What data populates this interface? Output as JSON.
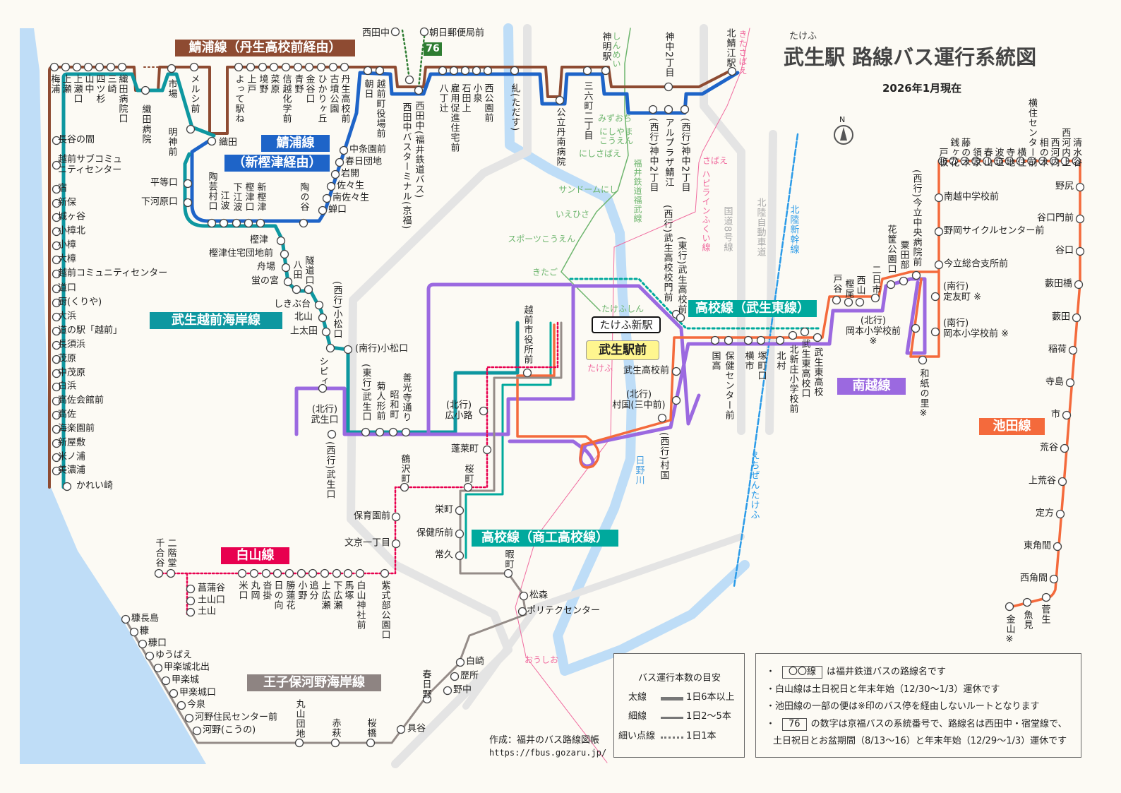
{
  "title": {
    "ruby": "たけふ",
    "main": "武生駅 路線バス運行系統図",
    "date": "2026年1月現在"
  },
  "compass": "N",
  "colors": {
    "sabae_nyu": "#8E4B32",
    "sabae_kashizu": "#1E64C8",
    "coastal": "#0E97A0",
    "koko_east": "#00A99D",
    "nanetsu": "#9B69E0",
    "ikeda": "#F46A3C",
    "shirayama": "#E8004F",
    "koko_shoko": "#00A99D",
    "oji": "#958C88",
    "keifuku": "#2E7D32",
    "fukubu": "#6DB56D",
    "hapiline": "#F06A9E",
    "shinkansen": "#2B9BE8",
    "sea": "#BFDDF7",
    "hub_yellow": "#FFF68F"
  },
  "routes": {
    "sabae_nyu": "鯖浦線（丹生高校前経由）",
    "sabae_kashizu_1": "鯖浦線",
    "sabae_kashizu_2": "（新樫津経由）",
    "coastal": "武生越前海岸線",
    "koko_east": "高校線（武生東線）",
    "nanetsu": "南越線",
    "ikeda": "池田線",
    "shirayama": "白山線",
    "koko_shoko": "高校線（商工高校線）",
    "oji": "王子保河野海岸線",
    "keifuku_no": "76"
  },
  "hubs": {
    "shin": "たけふ新駅",
    "ekimae": "武生駅前"
  },
  "stops": {
    "sabae_west": [
      "梅浦",
      "上瀬",
      "上瀬口",
      "山中",
      "四ツ杉",
      "三崎",
      "織田病院口",
      "織田病院",
      "市場",
      "メルシ前",
      "明神前",
      "織田"
    ],
    "sabae_north": [
      "よって駅ね",
      "上戸",
      "境野",
      "菜原",
      "信越化学前",
      "青野",
      "金谷口",
      "ひかりヶ丘",
      "古墳公園",
      "丹生高校前",
      "朝日",
      "越前町役場前",
      "西田中",
      "朝日郵便局前",
      "西田中バスターミナル(京福)",
      "西田中(福井鉄道バス)",
      "八丁辻",
      "雇用促進住宅前",
      "石田上",
      "小泉",
      "西公園前",
      "糺(ただす)",
      "公立丹南病院",
      "三六町二丁目",
      "神明駅",
      "神中2丁目",
      "北鯖江駅",
      "(西行)神中2丁目",
      "アルプラザ鯖江",
      "(西行)神中2丁目"
    ],
    "sabae_kashizu": [
      "中条園前",
      "春日団地",
      "岩開",
      "佐々生",
      "南佐々生",
      "蝉口",
      "陶の谷",
      "新樫津",
      "樫津口",
      "下江波",
      "江波",
      "陶芸村口",
      "平等口",
      "下河原口"
    ],
    "coastal": [
      "長谷の間",
      "越前サブコミュ\nニティセンター",
      "宿",
      "新保",
      "城ヶ谷",
      "小樟北",
      "小樟",
      "大樟",
      "越前コミュニティセンター",
      "道口",
      "厨(くりや)",
      "大浜",
      "道の駅「越前」",
      "長須浜",
      "茂原",
      "中茂原",
      "白浜",
      "高佐会館前",
      "高佐",
      "海楽園前",
      "新屋敷",
      "米ノ浦",
      "美濃浦",
      "かれい崎"
    ],
    "coastal_inland": [
      "樫津",
      "樫津住宅団地前",
      "舟場",
      "蛍の宮",
      "八田",
      "隧道口",
      "しきぶ台",
      "北山",
      "上太田",
      "(西行)小松口",
      "(南行)小松口"
    ],
    "central": [
      "シピィ",
      "(北行)\n武生口",
      "(西行)武生口",
      "(東行)武生口",
      "菊人形前",
      "昭和町",
      "善光寺通り",
      "(北行)\n広小路",
      "越前市役所前",
      "蓬莱町",
      "鶴沢町",
      "桜町",
      "武生高校前",
      "(北行)\n村国(三中前)",
      "(西行)村国",
      "(西行)武生高校校門前",
      "(東行)武生高校前"
    ],
    "east": [
      "国高",
      "保健センター前",
      "横市",
      "塚町口",
      "北村",
      "北新庄小学校前",
      "武生東高校口",
      "武生東高校",
      "戸谷",
      "樫尾",
      "西山",
      "二日市",
      "花筐公園口",
      "粟田部",
      "(西行)今立中央病院前",
      "(北行)\n岡本小学校前\n※",
      "(南行)\n定友町 ※",
      "(南行)\n岡本小学校前 ※",
      "和紙の里※"
    ],
    "ikeda": [
      "戸板",
      "銭ヶ花",
      "藤の木",
      "領家",
      "春山",
      "波垣",
      "寺地",
      "横住",
      "横住センター前",
      "相の木",
      "西河内",
      "西河内上",
      "清水谷",
      "南越中学校前",
      "野岡サイクルセンター前",
      "今立総合支所前",
      "野尻",
      "谷口門前",
      "谷口",
      "藪田橋",
      "藪田",
      "稲荷",
      "寺島",
      "市",
      "荒谷",
      "上荒谷",
      "定方",
      "東角間",
      "西角間",
      "菅生",
      "魚見",
      "金山※"
    ],
    "shirayama": [
      "千合谷",
      "二階堂",
      "菖蒲谷",
      "土山口",
      "土山",
      "米口",
      "丸岡",
      "沓掛",
      "日の向",
      "勝蓮花",
      "小野",
      "追分",
      "上広瀬",
      "下広瀬",
      "馬塚",
      "白山神社前",
      "紫式部公園口",
      "保育園前",
      "文京一丁目"
    ],
    "shoko": [
      "栄町",
      "保健所前",
      "常久",
      "暇町",
      "松森",
      "ポリテクセンター"
    ],
    "oji": [
      "糠長島",
      "糠",
      "糠口",
      "ゆうばえ",
      "甲楽城北出",
      "甲楽城",
      "甲楽城口",
      "今泉",
      "河野住民センター前",
      "河野(こうの)",
      "丸山団地",
      "赤萩",
      "桜橋",
      "具谷",
      "春日野",
      "野中",
      "歴所",
      "白崎"
    ]
  },
  "rail": {
    "fukubu_stations": [
      "しんめい",
      "みずおち",
      "にしやま\nこうえん",
      "にしさばえ",
      "サンドームにし",
      "いえひさ",
      "スポーツこうえん",
      "きたご",
      "たけふしん"
    ],
    "fukubu_line": "福井鉄道福武線",
    "hapiline_stations": [
      "きたさばえ",
      "さばえ",
      "たけふ",
      "おうしお"
    ],
    "hapiline_line": "ハピラインふくい線",
    "shinkansen_station": "えちぜんたけふ",
    "shinkansen_line": "北陸新幹線",
    "expressway": "北陸自動車道",
    "route8": "国道8号線",
    "river": "日野川"
  },
  "legend": {
    "title": "バス運行本数の目安",
    "rows": [
      {
        "label": "太線",
        "desc": "1日6本以上"
      },
      {
        "label": "細線",
        "desc": "1日2～5本"
      },
      {
        "label": "細い点線",
        "desc": "1日1本"
      }
    ]
  },
  "notes": {
    "n1_box": "〇〇線",
    "n1": "は福井鉄道バスの路線名です",
    "n2": "・白山線は土日祝日と年末年始（12/30～1/3）運休です",
    "n3": "・池田線の一部の便は※印のバス停を経由しないルートとなります",
    "n4_box": "76",
    "n4": "の数字は京福バスの系統番号で、路線名は西田中・宿堂線で、",
    "n5": "土日祝日とお盆期間（8/13～16）と年末年始（12/29～1/3）運休です"
  },
  "credit": {
    "line1": "作成：福井のバス路線図帳",
    "url": "https://fbus.gozaru.jp/"
  }
}
